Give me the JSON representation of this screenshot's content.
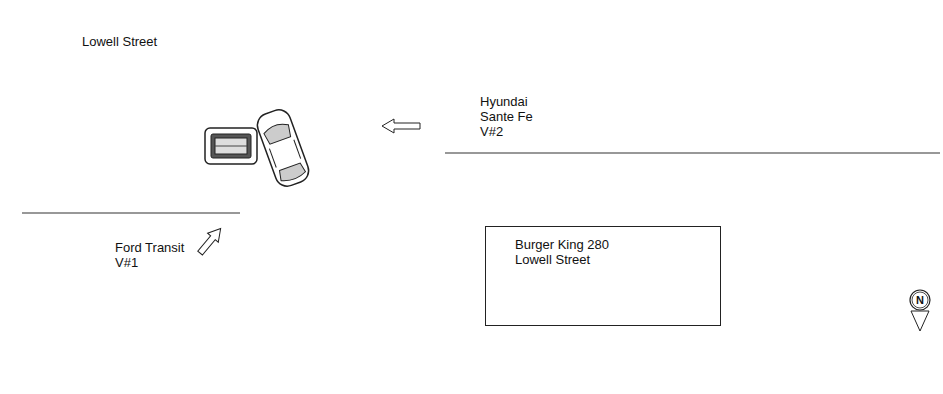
{
  "diagram": {
    "nodes": [
      {
        "text": [
          "Burger King 280 Lowell Street"
        ]
      }
    ],
    "labels": [
      "Lowell Street",
      "Hyundai Sante Fe V#2",
      "Ford Transit V#1",
      "N"
    ]
  }
}
